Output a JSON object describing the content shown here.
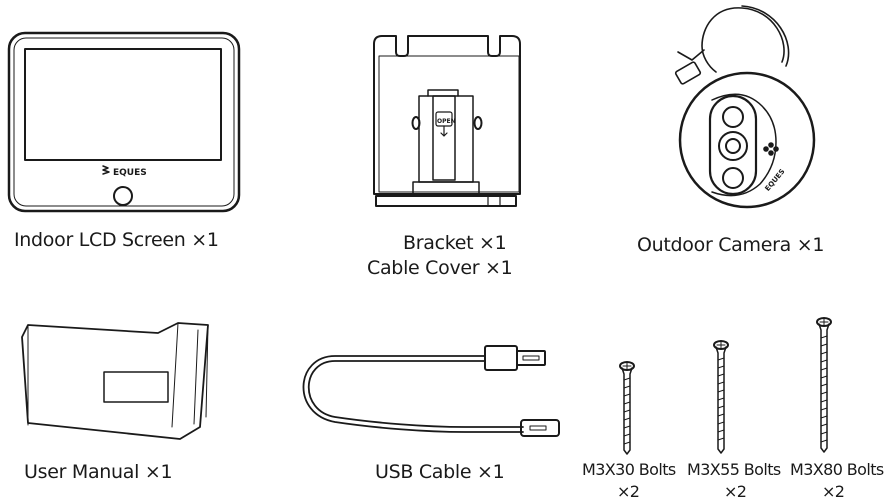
{
  "items": {
    "lcd_screen": {
      "label": "Indoor LCD Screen ×1",
      "brand": "EQUES"
    },
    "bracket": {
      "label": "Bracket ×1",
      "tag": "OPEN"
    },
    "cable_cover": {
      "label": "Cable Cover ×1"
    },
    "camera": {
      "label": "Outdoor Camera ×1",
      "brand": "EQUES"
    },
    "manual": {
      "label": "User Manual ×1"
    },
    "usb_cable": {
      "label": "USB Cable ×1"
    },
    "bolt_30": {
      "name": "M3X30 Bolts",
      "qty": "×2"
    },
    "bolt_55": {
      "name": "M3X55 Bolts",
      "qty": "×2"
    },
    "bolt_80": {
      "name": "M3X80 Bolts",
      "qty": "×2"
    }
  }
}
